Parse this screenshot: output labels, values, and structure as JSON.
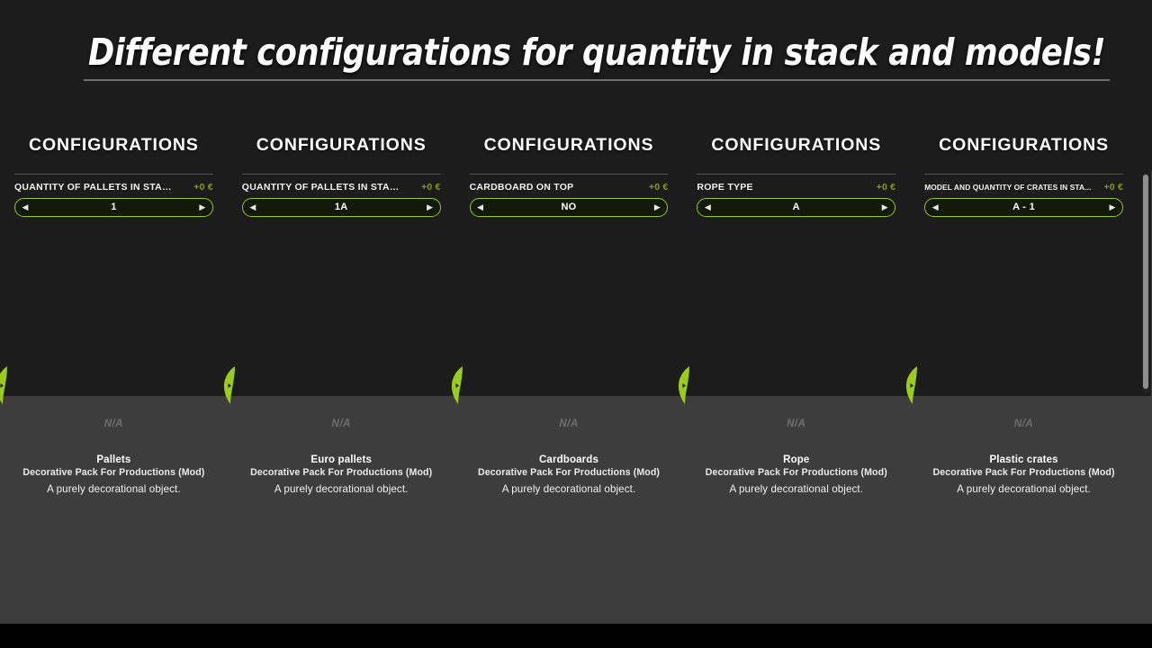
{
  "header": {
    "title": "Different configurations for quantity in stack and models!"
  },
  "colors": {
    "accent_green": "#9ccb1f",
    "price_olive": "#8a9a18",
    "stage_bg": "#1c1c1c",
    "info_bg": "#3d3d3d",
    "divider": "#5d5d5d"
  },
  "columns": [
    {
      "heading": "CONFIGURATIONS",
      "option_label": "QUANTITY OF PALLETS IN STACK",
      "option_label_small": false,
      "price": "+0 €",
      "value": "1",
      "prev_icon": "triangle-left-icon",
      "next_icon": "triangle-right-icon",
      "card": {
        "placeholder": "N/A",
        "name": "Pallets",
        "source": "Decorative Pack For Productions (Mod)",
        "description": "A purely decorational object."
      }
    },
    {
      "heading": "CONFIGURATIONS",
      "option_label": "QUANTITY OF PALLETS IN STACK",
      "option_label_small": false,
      "price": "+0 €",
      "value": "1A",
      "prev_icon": "triangle-left-icon",
      "next_icon": "triangle-right-icon",
      "card": {
        "placeholder": "N/A",
        "name": "Euro pallets",
        "source": "Decorative Pack For Productions (Mod)",
        "description": "A purely decorational object."
      }
    },
    {
      "heading": "CONFIGURATIONS",
      "option_label": "CARDBOARD ON TOP",
      "option_label_small": false,
      "price": "+0 €",
      "value": "NO",
      "prev_icon": "triangle-left-icon",
      "next_icon": "triangle-right-icon",
      "card": {
        "placeholder": "N/A",
        "name": "Cardboards",
        "source": "Decorative Pack For Productions (Mod)",
        "description": "A purely decorational object."
      }
    },
    {
      "heading": "CONFIGURATIONS",
      "option_label": "ROPE TYPE",
      "option_label_small": false,
      "price": "+0 €",
      "value": "A",
      "prev_icon": "triangle-left-icon",
      "next_icon": "triangle-right-icon",
      "card": {
        "placeholder": "N/A",
        "name": "Rope",
        "source": "Decorative Pack For Productions (Mod)",
        "description": "A purely decorational object."
      }
    },
    {
      "heading": "CONFIGURATIONS",
      "option_label": "MODEL AND QUANTITY OF CRATES IN STA...",
      "option_label_small": true,
      "price": "+0 €",
      "value": "A - 1",
      "prev_icon": "triangle-left-icon",
      "next_icon": "triangle-right-icon",
      "card": {
        "placeholder": "N/A",
        "name": "Plastic crates",
        "source": "Decorative Pack For Productions (Mod)",
        "description": "A purely decorational object."
      }
    }
  ]
}
